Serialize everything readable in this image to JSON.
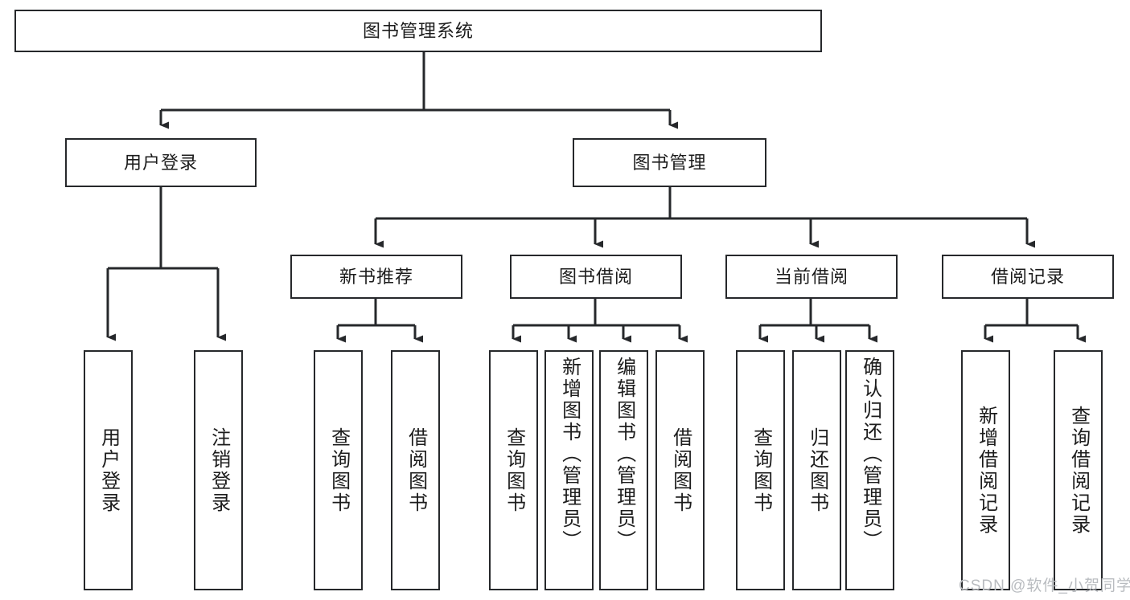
{
  "diagram": {
    "kind": "function-structure-tree",
    "title": "图书管理系统",
    "colors": {
      "stroke": "#26282b",
      "text": "#1c1c1c",
      "background": "#ffffff",
      "watermark": "#b9bcc0"
    },
    "watermark": "CSDN @软件_小贺同学",
    "nodes": {
      "root": {
        "label": "图书管理系统"
      },
      "level1": [
        {
          "id": "user-login",
          "label": "用户登录"
        },
        {
          "id": "book-manage",
          "label": "图书管理"
        }
      ],
      "level2": [
        {
          "id": "new-book-recommend",
          "label": "新书推荐",
          "parent": "book-manage"
        },
        {
          "id": "book-borrow",
          "label": "图书借阅",
          "parent": "book-manage"
        },
        {
          "id": "current-borrow",
          "label": "当前借阅",
          "parent": "book-manage"
        },
        {
          "id": "borrow-record",
          "label": "借阅记录",
          "parent": "book-manage"
        }
      ],
      "leaves": [
        {
          "id": "leaf-user-login",
          "label": "用户登录",
          "parent": "user-login"
        },
        {
          "id": "leaf-logout",
          "label": "注销登录",
          "parent": "user-login"
        },
        {
          "id": "leaf-query-book-1",
          "label": "查询图书",
          "parent": "new-book-recommend"
        },
        {
          "id": "leaf-borrow-book-1",
          "label": "借阅图书",
          "parent": "new-book-recommend"
        },
        {
          "id": "leaf-query-book-2",
          "label": "查询图书",
          "parent": "book-borrow"
        },
        {
          "id": "leaf-add-book",
          "label": "新增图书（管理员）",
          "parent": "book-borrow"
        },
        {
          "id": "leaf-edit-book",
          "label": "编辑图书（管理员）",
          "parent": "book-borrow"
        },
        {
          "id": "leaf-borrow-book-2",
          "label": "借阅图书",
          "parent": "book-borrow"
        },
        {
          "id": "leaf-query-book-3",
          "label": "查询图书",
          "parent": "current-borrow"
        },
        {
          "id": "leaf-return-book",
          "label": "归还图书",
          "parent": "current-borrow"
        },
        {
          "id": "leaf-confirm-return",
          "label": "确认归还（管理员）",
          "parent": "current-borrow"
        },
        {
          "id": "leaf-add-record",
          "label": "新增借阅记录",
          "parent": "borrow-record"
        },
        {
          "id": "leaf-query-record",
          "label": "查询借阅记录",
          "parent": "borrow-record"
        }
      ]
    }
  }
}
